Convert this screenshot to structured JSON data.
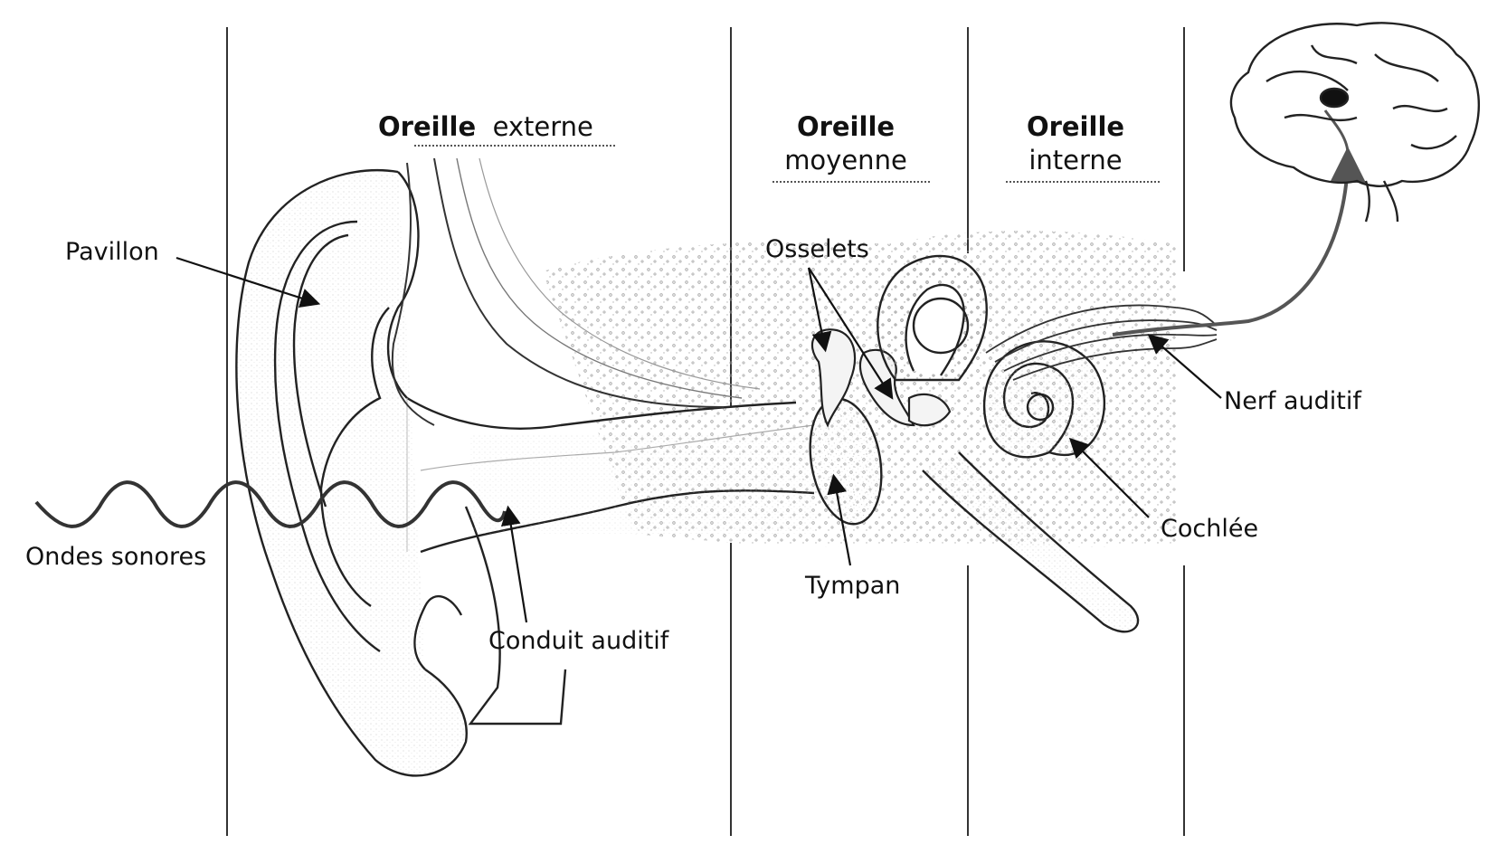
{
  "sections": {
    "external": {
      "bold": "Oreille",
      "normal": "externe"
    },
    "middle": {
      "bold": "Oreille",
      "normal": "moyenne"
    },
    "inner": {
      "bold": "Oreille",
      "normal": "interne"
    }
  },
  "labels": {
    "pinna": "Pavillon",
    "sound_waves": "Ondes sonores",
    "ear_canal": "Conduit auditif",
    "ossicles": "Osselets",
    "eardrum": "Tympan",
    "auditory_nerve": "Nerf auditif",
    "cochlea": "Cochlée"
  },
  "colors": {
    "line": "#222222",
    "wave": "#333333",
    "nerve": "#555555",
    "stipple": "#9a9a9a"
  }
}
